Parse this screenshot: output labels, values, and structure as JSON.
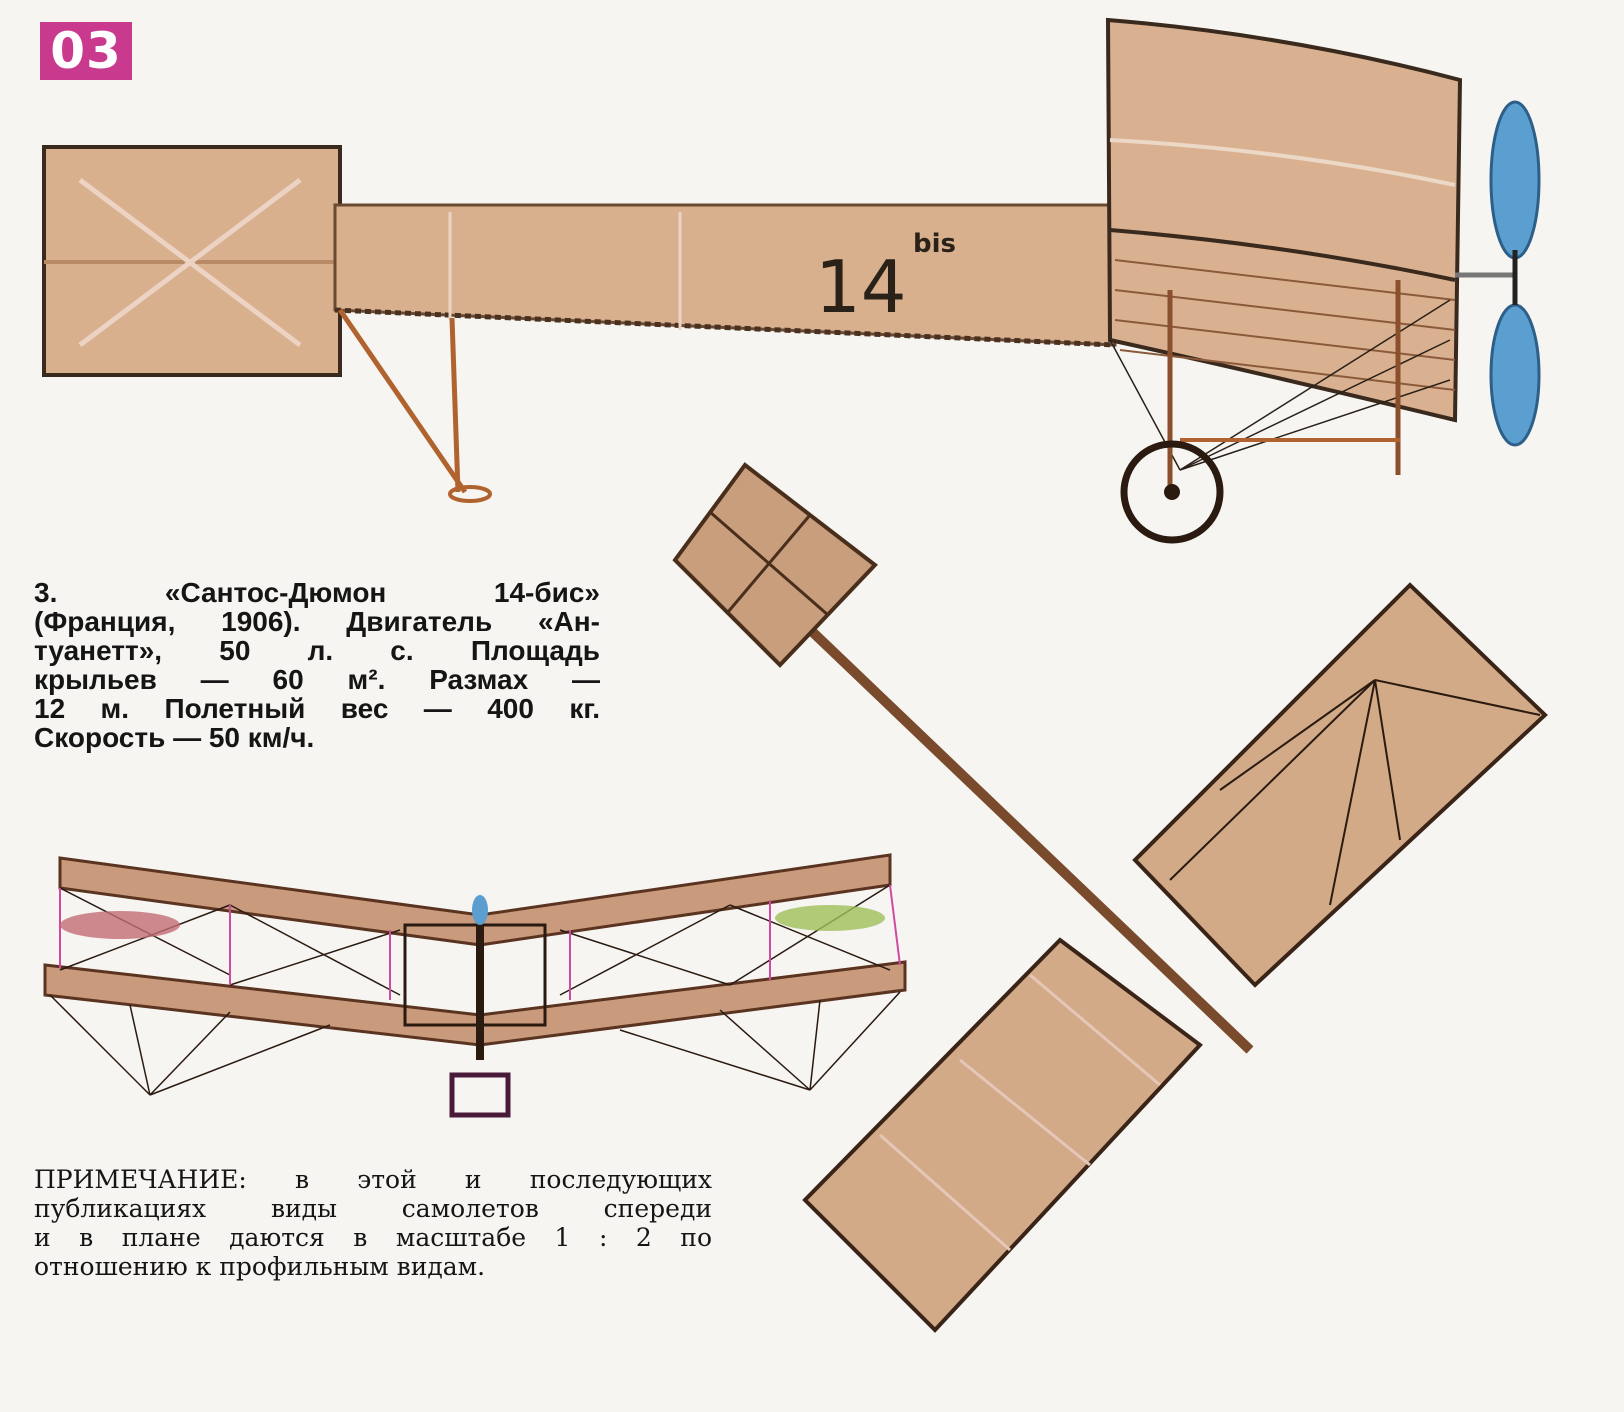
{
  "page_number": "03",
  "aircraft_marking": {
    "number": "14",
    "suffix": "bis"
  },
  "caption": {
    "lines": [
      "3. «Сантос-Дюмон 14-бис»",
      "(Франция, 1906). Двигатель «Ан-",
      "туанетт», 50 л. с. Площадь",
      "крыльев — 60 м². Размах —",
      "12 м. Полетный вес — 400 кг.",
      "Скорость — 50 км/ч."
    ]
  },
  "note": {
    "lines": [
      "ПРИМЕЧАНИЕ: в этой и последующих",
      "публикациях виды самолетов спереди",
      "и в плане даются в масштабе 1 : 2 по",
      "отношению к профильным видам."
    ]
  },
  "colors": {
    "badge": "#c93a8e",
    "fabric": "#d9b48e",
    "frame": "#8a4f2c",
    "propeller": "#5a9fd0"
  }
}
